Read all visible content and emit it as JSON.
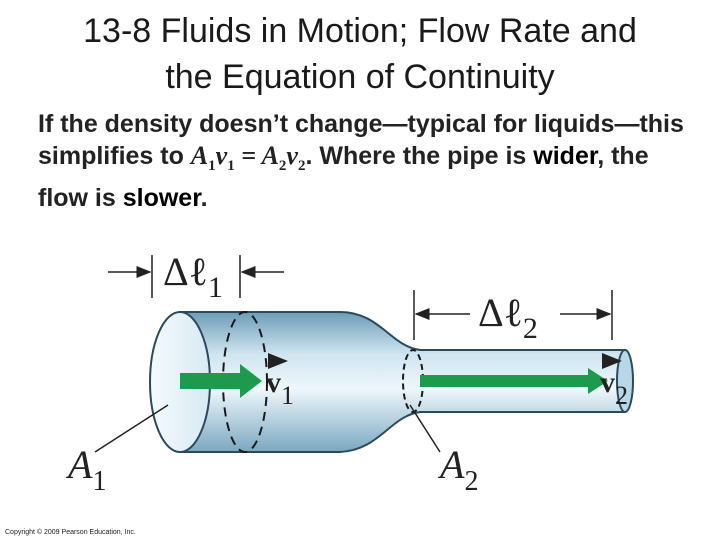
{
  "title": {
    "line1": "13-8 Fluids in Motion; Flow Rate and",
    "line2": "the Equation of Continuity"
  },
  "body": {
    "text1": "If the density doesn’t change—typical for liquids—this simplifies to ",
    "eq": {
      "a1": "A",
      "a1_sub": "1",
      "v1": "v",
      "v1_sub": "1",
      "equals": " = ",
      "a2": "A",
      "a2_sub": "2",
      "v2": "v",
      "v2_sub": "2"
    },
    "text2": ". Where the pipe is ",
    "wider": "wider",
    "text3": ", the flow is ",
    "slower": "slower",
    "text4": "."
  },
  "figure": {
    "dl1_symbol": "Δℓ",
    "dl1_sub": "1",
    "dl2_symbol": "Δℓ",
    "dl2_sub": "2",
    "v1_symbol": "v",
    "v1_sub": "1",
    "v2_symbol": "v",
    "v2_sub": "2",
    "a1_symbol": "A",
    "a1_sub": "1",
    "a2_symbol": "A",
    "a2_sub": "2",
    "colors": {
      "pipe_light": "#e6f2f8",
      "pipe_mid": "#a9cde0",
      "pipe_dark": "#6d9cb6",
      "outline": "#2b4a5c",
      "flow_arrow": "#1e9a4e"
    }
  },
  "copyright": "Copyright © 2009 Pearson Education, Inc."
}
